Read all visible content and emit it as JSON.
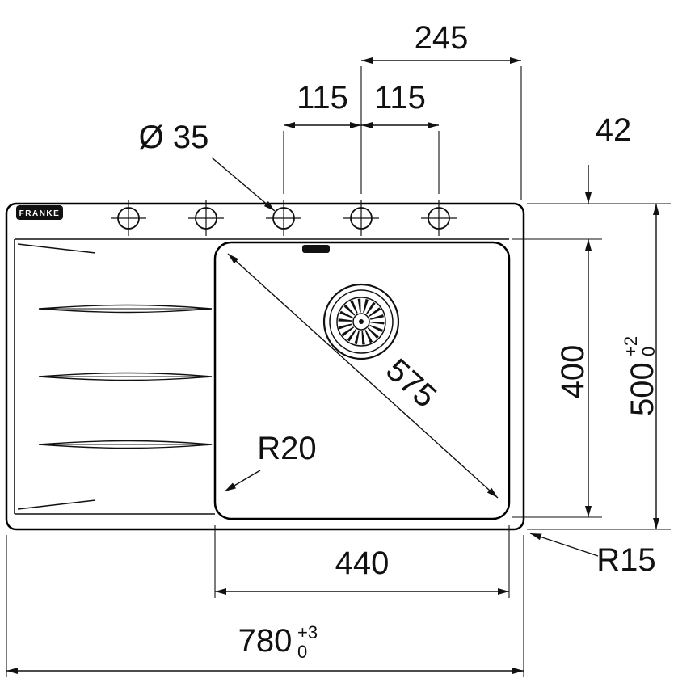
{
  "logo": {
    "brand": "FRANKE"
  },
  "dimensions": {
    "tap_span": "245",
    "hole_pitch_left": "115",
    "hole_pitch_right": "115",
    "hole_diameter": "Ø 35",
    "rear_ledge": "42",
    "bowl_diagonal": "575",
    "bowl_front_to_back": "400",
    "overall_depth_value": "500",
    "overall_depth_tol_upper": "+2",
    "overall_depth_tol_lower": "0",
    "bowl_corner_radius": "R20",
    "bowl_width": "440",
    "outer_corner_radius": "R15",
    "overall_width_value": "780",
    "overall_width_tol_upper": "+3",
    "overall_width_tol_lower": "0"
  }
}
